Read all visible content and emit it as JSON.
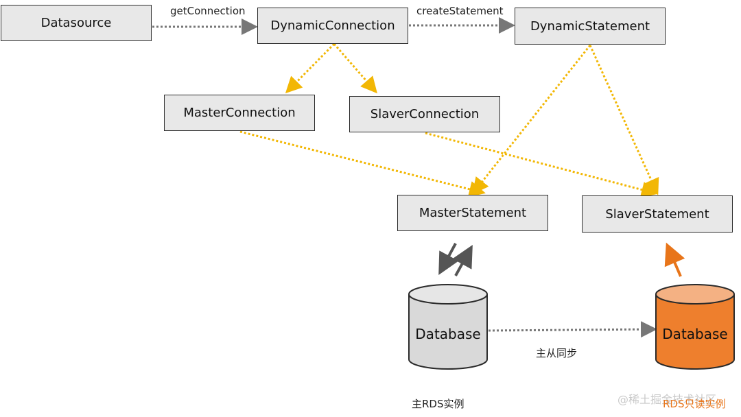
{
  "nodes": {
    "datasource": "Datasource",
    "dynamic_connection": "DynamicConnection",
    "dynamic_statement": "DynamicStatement",
    "master_connection": "MasterConnection",
    "slaver_connection": "SlaverConnection",
    "master_statement": "MasterStatement",
    "slaver_statement": "SlaverStatement"
  },
  "edges": {
    "get_connection": "getConnection",
    "create_statement": "createStatement"
  },
  "databases": {
    "master_db": "Database",
    "slave_db": "Database",
    "sync_label": "主从同步",
    "master_caption": "主RDS实例",
    "slave_caption": "RDS只读实例"
  },
  "watermark": "@稀土掘金技术社区",
  "colors": {
    "box_fill": "#e8e8e8",
    "dotted_gray": "#777777",
    "dotted_yellow": "#f2b705",
    "arrow_gray": "#555555",
    "arrow_orange": "#e8751a",
    "slave_db_fill": "#ee7f2d",
    "master_db_fill": "#d9d9d9"
  }
}
